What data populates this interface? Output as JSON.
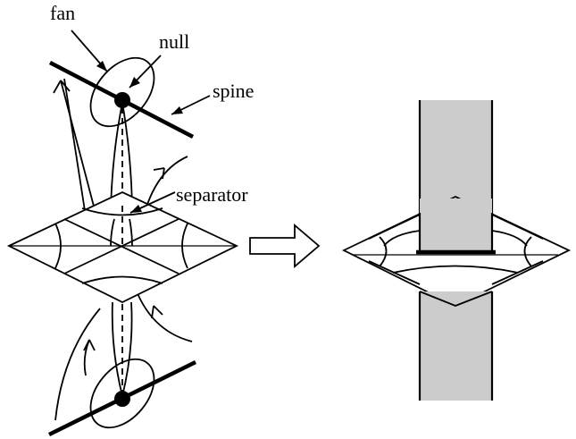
{
  "labels": {
    "fan": "fan",
    "null": "null",
    "spine": "spine",
    "separator": "separator"
  },
  "colors": {
    "ink": "#000000",
    "tube_fill": "#cccccc",
    "background": "#ffffff"
  }
}
